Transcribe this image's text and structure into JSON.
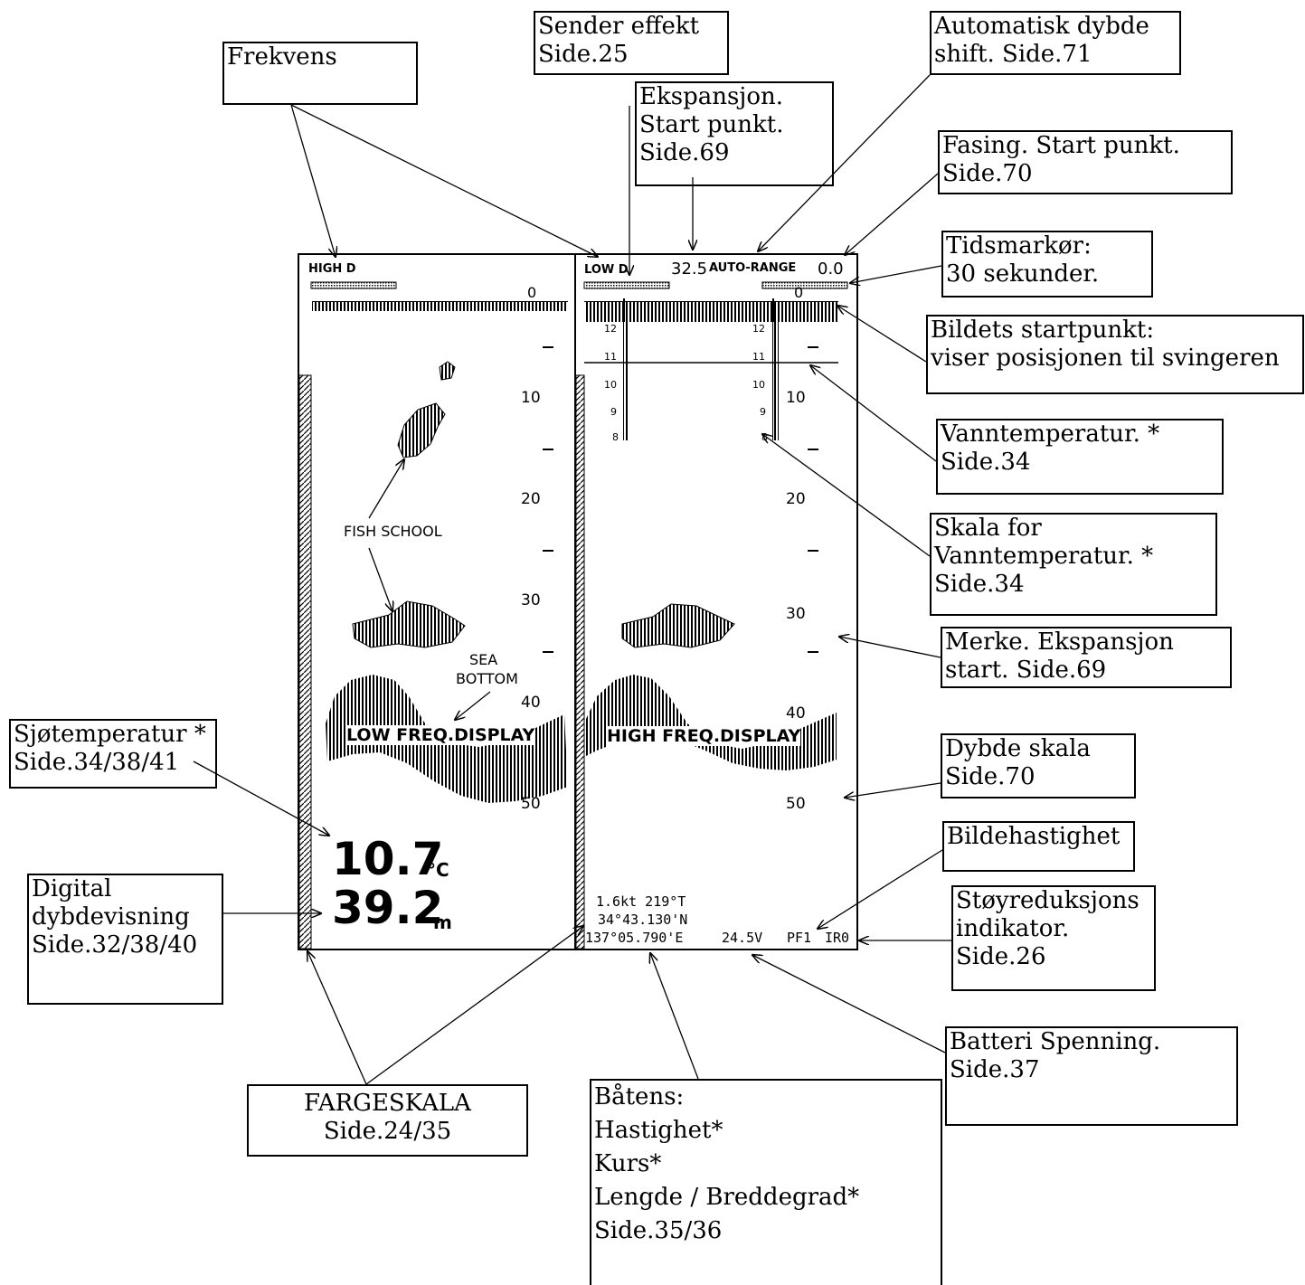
{
  "screen": {
    "left_header": "HIGH D",
    "right_header": "LOW D",
    "tx_power": "32.5",
    "auto_range": "AUTO-RANGE",
    "shift": "0.0",
    "zero_left": "0",
    "zero_right": "0",
    "depth_left": [
      "10",
      "20",
      "30",
      "40",
      "50"
    ],
    "depth_right": [
      "10",
      "20",
      "30",
      "40",
      "50"
    ],
    "temp_scale_left": [
      "12",
      "11",
      "10",
      "9",
      "8"
    ],
    "temp_scale_right": [
      "12",
      "11",
      "10",
      "9",
      "8"
    ],
    "fish_school": "FISH SCHOOL",
    "sea_bottom_1": "SEA",
    "sea_bottom_2": "BOTTOM",
    "low_freq": "LOW FREQ.DISPLAY",
    "high_freq": "HIGH FREQ.DISPLAY",
    "temp_value": "10.7",
    "temp_unit": "°C",
    "depth_value": "39.2",
    "depth_unit": "m",
    "speed_course": "1.6kt 219°T",
    "lat": "34°43.130'N",
    "lon": "137°05.790'E",
    "voltage": "24.5V",
    "pf": "PF1",
    "ir": "IR0"
  },
  "callouts": {
    "frekvens": [
      "Frekvens"
    ],
    "sender": [
      "Sender effekt",
      "Side.25"
    ],
    "autoshift": [
      "Automatisk dybde",
      "shift. Side.71"
    ],
    "ekspansjon": [
      "Ekspansjon.",
      "Start punkt.",
      "Side.69"
    ],
    "fasing": [
      "Fasing. Start punkt.",
      "Side.70"
    ],
    "tidsmarkor": [
      "Tidsmarkør:",
      "30 sekunder."
    ],
    "bildets": [
      "Bildets startpunkt:",
      "viser posisjonen til svingeren"
    ],
    "vanntemp": [
      "Vanntemperatur. *",
      "Side.34"
    ],
    "skala": [
      "Skala for",
      "Vanntemperatur. *",
      "Side.34"
    ],
    "merke": [
      "Merke. Ekspansjon",
      "start. Side.69"
    ],
    "sjotemp": [
      "Sjøtemperatur *",
      "Side.34/38/41"
    ],
    "dybdeskala": [
      "Dybde skala",
      "Side.70"
    ],
    "bildehast": [
      "Bildehastighet"
    ],
    "digital": [
      "Digital",
      "dybdevisning",
      "Side.32/38/40"
    ],
    "stoy": [
      "Støyreduksjons",
      "indikator.",
      "Side.26"
    ],
    "batteri": [
      "Batteri Spenning.",
      "Side.37"
    ],
    "fargeskala": [
      "FARGESKALA",
      "Side.24/35"
    ],
    "batens": [
      "Båtens:",
      "Hastighet*",
      "Kurs*",
      "Lengde / Breddegrad*",
      "Side.35/36"
    ]
  }
}
